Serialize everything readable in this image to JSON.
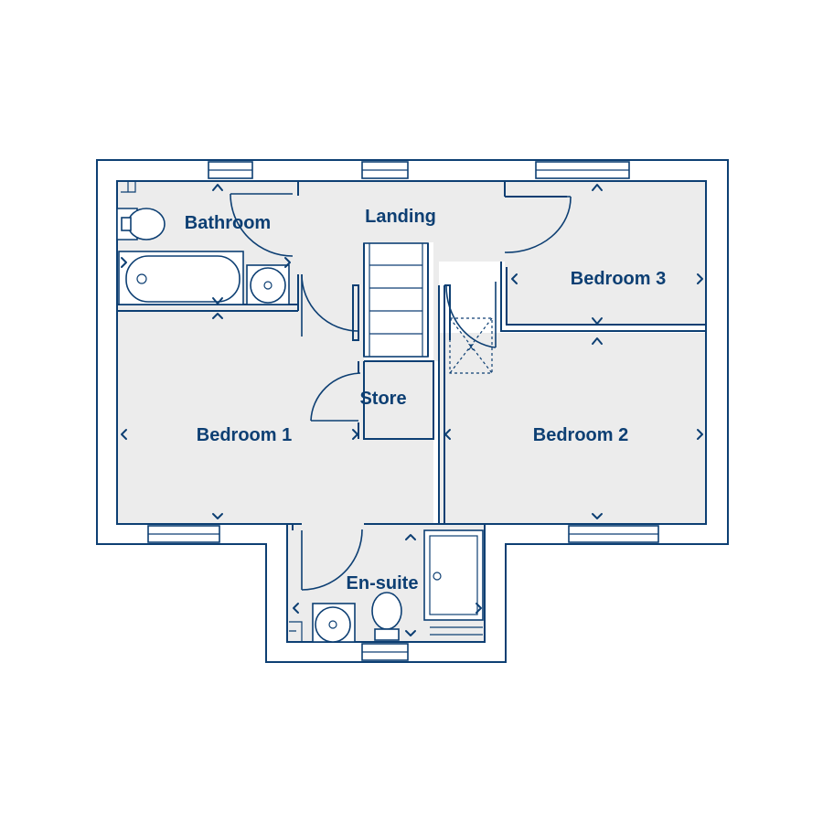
{
  "plan": {
    "accent_color": "#0d3f73",
    "floor_color": "#ececec",
    "rooms": {
      "bathroom": "Bathroom",
      "landing": "Landing",
      "bedroom3": "Bedroom 3",
      "store": "Store",
      "bedroom1": "Bedroom 1",
      "bedroom2": "Bedroom 2",
      "ensuite": "En-suite"
    },
    "symbols": {
      "loft_hatch": "x"
    }
  }
}
